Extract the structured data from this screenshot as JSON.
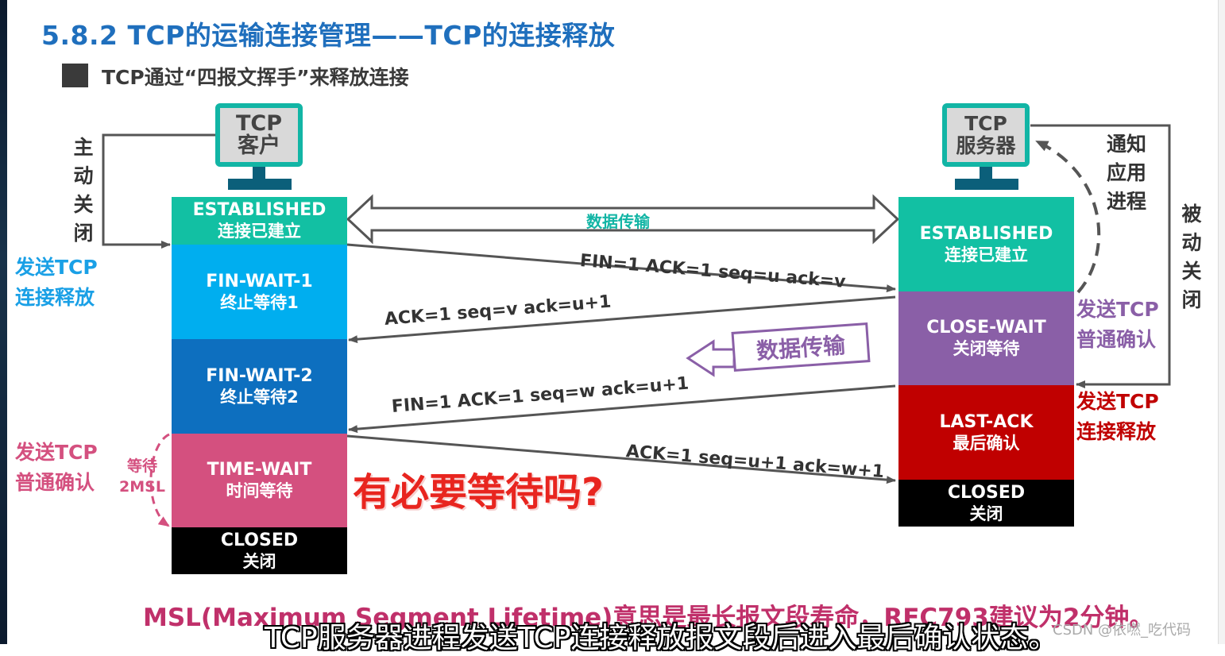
{
  "title": "5.8.2 TCP的运输连接管理——TCP的连接释放",
  "subtitle": "TCP通过“四报文挥手”来释放连接",
  "client": {
    "computer_label": [
      "TCP",
      "客户"
    ],
    "side_label": [
      "主",
      "动",
      "关",
      "闭"
    ],
    "states": [
      {
        "en": "ESTABLISHED",
        "zh": "连接已建立",
        "color": "#12c0a3"
      },
      {
        "en": "FIN-WAIT-1",
        "zh": "终止等待1",
        "color": "#00aeef"
      },
      {
        "en": "FIN-WAIT-2",
        "zh": "终止等待2",
        "color": "#0d6fbf"
      },
      {
        "en": "TIME-WAIT",
        "zh": "时间等待",
        "color": "#d4507f"
      },
      {
        "en": "CLOSED",
        "zh": "关闭",
        "color": "#000000"
      }
    ],
    "send_release": [
      "发送TCP",
      "连接释放"
    ],
    "send_ack": [
      "发送TCP",
      "普通确认"
    ],
    "wait_label": [
      "等待",
      "2MSL"
    ]
  },
  "server": {
    "computer_label": [
      "TCP",
      "服务器"
    ],
    "notify_label": [
      "通知",
      "应用",
      "进程"
    ],
    "side_label": [
      "被",
      "动",
      "关",
      "闭"
    ],
    "states": [
      {
        "en": "ESTABLISHED",
        "zh": "连接已建立",
        "color": "#12c0a3"
      },
      {
        "en": "CLOSE-WAIT",
        "zh": "关闭等待",
        "color": "#8a5fa7"
      },
      {
        "en": "LAST-ACK",
        "zh": "最后确认",
        "color": "#c00000"
      },
      {
        "en": "CLOSED",
        "zh": "关闭",
        "color": "#000000"
      }
    ],
    "send_ack": [
      "发送TCP",
      "普通确认"
    ],
    "send_release": [
      "发送TCP",
      "连接释放"
    ]
  },
  "data_transfer_label": "数据传输",
  "data_transfer_callout": "数据传输",
  "messages": {
    "m1": "FIN=1  ACK=1  seq=u  ack=v",
    "m2": "ACK=1   seq=v   ack=u+1",
    "m3": "FIN=1   ACK=1   seq=w   ack=u+1",
    "m4": "ACK=1  seq=u+1  ack=w+1"
  },
  "question": "有必要等待吗?",
  "msl_note": "MSL(Maximum Segment Lifetime)意思是最长报文段寿命，RFC793建议为2分钟。",
  "video_subtitle": "TCP服务器进程发送TCP连接释放报文段后进入最后确认状态。",
  "watermark": "CSDN @依嘫_吃代码",
  "colors": {
    "title": "#1f6fbd",
    "send_label_blue": "#1aa0e6",
    "send_label_pink": "#d4507f",
    "send_label_purple": "#8a5fa7",
    "send_label_red": "#c00000",
    "callout_border": "#8a5fa7",
    "question": "#e8251f",
    "arrow": "#555555"
  }
}
